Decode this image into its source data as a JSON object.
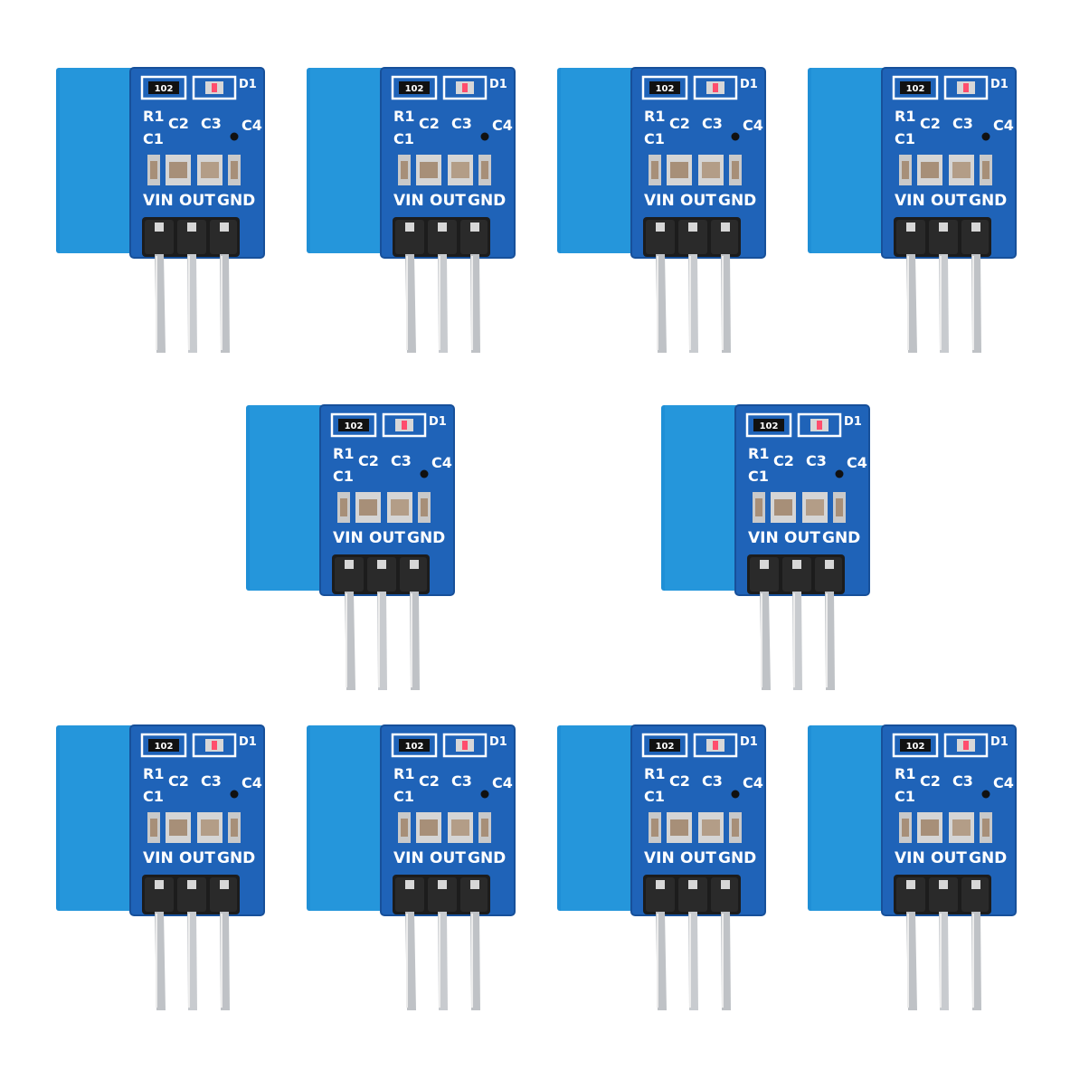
{
  "colors": {
    "background": "#ffffff",
    "pcb_blue": "#1f63b8",
    "heatsink_blue": "#1f8fd6",
    "silkscreen": "#ffffff",
    "pin_header": "#1c1c1c",
    "pin_metal": "#bfc2c6",
    "capacitor": "#a78f78",
    "pad": "#c9c9c9"
  },
  "icons": {
    "board": "voltage-regulator-module",
    "pins": "pin-header-3"
  },
  "module_labels": {
    "resistor_marking": "102",
    "d1": "D1",
    "r1": "R1",
    "c1": "C1",
    "c2": "C2",
    "c3": "C3",
    "c4": "C4",
    "vin": "VIN",
    "out": "OUT",
    "gnd": "GND"
  },
  "module_count": 10,
  "layout_rows": [
    4,
    2,
    4
  ]
}
